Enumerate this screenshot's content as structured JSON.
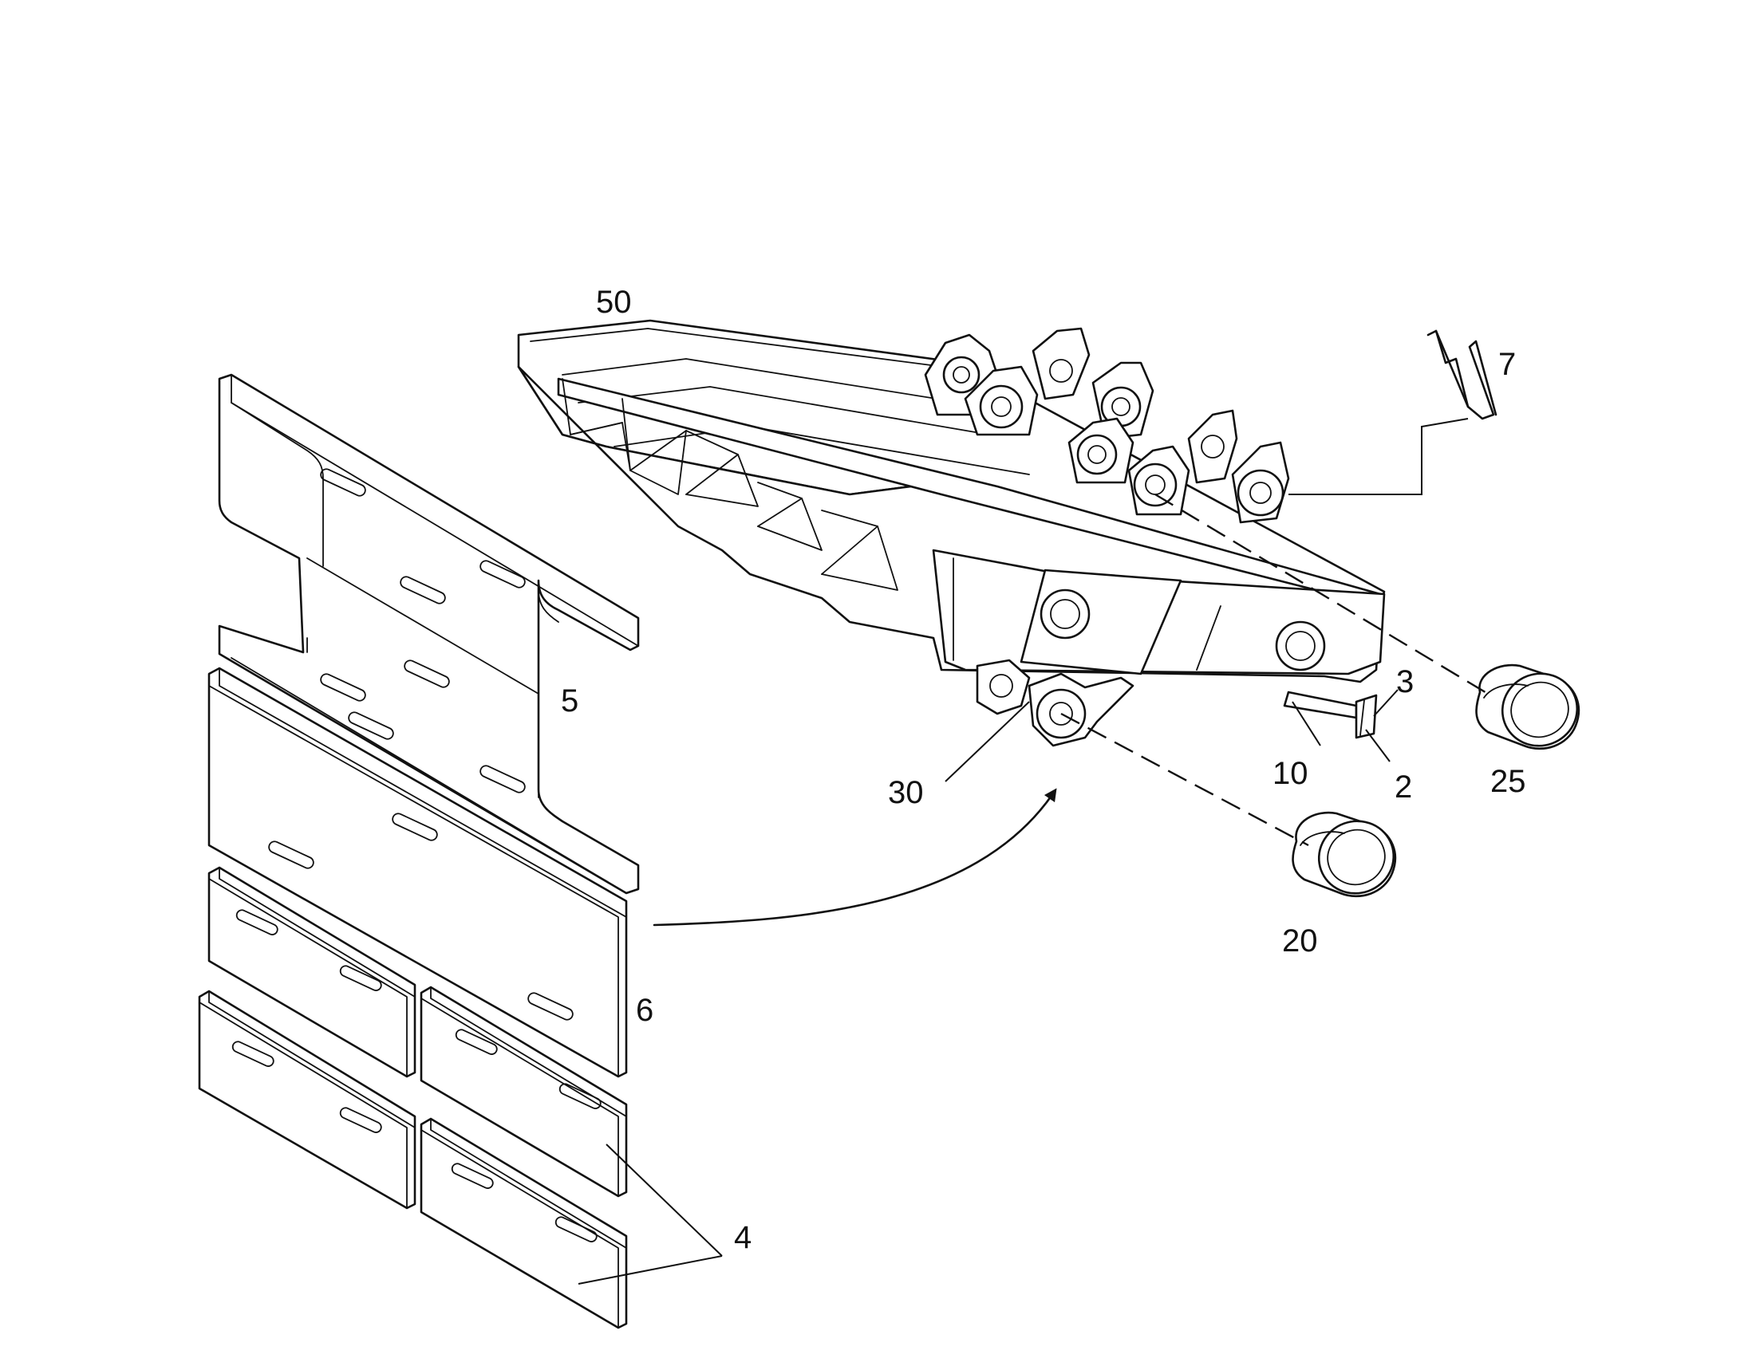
{
  "diagram": {
    "type": "exploded-parts-drawing",
    "callouts": [
      {
        "id": "c50",
        "text": "50"
      },
      {
        "id": "c7",
        "text": "7"
      },
      {
        "id": "c5",
        "text": "5"
      },
      {
        "id": "c3",
        "text": "3"
      },
      {
        "id": "c30",
        "text": "30"
      },
      {
        "id": "c10",
        "text": "10"
      },
      {
        "id": "c2",
        "text": "2"
      },
      {
        "id": "c25",
        "text": "25"
      },
      {
        "id": "c20",
        "text": "20"
      },
      {
        "id": "c6",
        "text": "6"
      },
      {
        "id": "c4",
        "text": "4"
      }
    ]
  }
}
